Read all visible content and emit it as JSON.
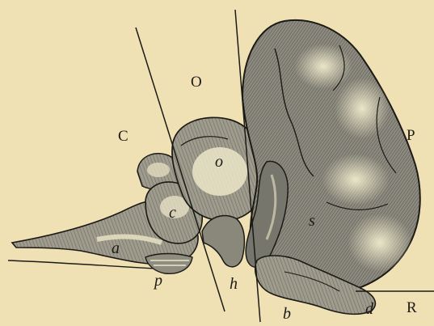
{
  "figure": {
    "labels": {
      "C": "C",
      "O": "O",
      "P": "P",
      "R": "R",
      "o": "o",
      "c": "c",
      "a": "a",
      "p": "p",
      "h": "h",
      "s": "s",
      "b": "b",
      "d": "d"
    },
    "colors": {
      "paper": "#efe1b4",
      "ink": "#1c1a16",
      "shade_dark": "#6d6c64",
      "shade_mid": "#9d9a8b",
      "highlight": "#ece6c8"
    }
  }
}
